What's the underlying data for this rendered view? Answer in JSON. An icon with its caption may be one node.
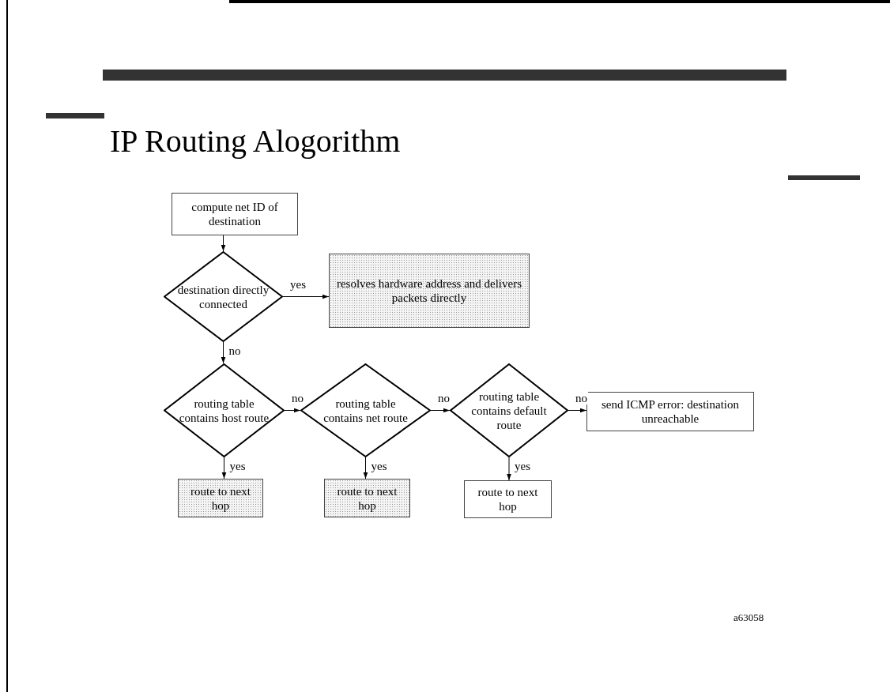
{
  "diagram": {
    "title": "IP Routing Alogorithm",
    "nodes": [
      {
        "text": [
          "compute net ID of destination"
        ]
      },
      {
        "text": [
          "destination directly connected"
        ]
      },
      {
        "text": [
          "resolves hardware address and delivers packets directly"
        ]
      },
      {
        "text": [
          "routing table contains host route"
        ]
      },
      {
        "text": [
          "routing table contains net route"
        ]
      },
      {
        "text": [
          "routing table contains default route"
        ]
      },
      {
        "text": [
          "send ICMP error: destination unreachable"
        ]
      },
      {
        "text": [
          "route to next hop"
        ]
      },
      {
        "text": [
          "route to next hop"
        ]
      },
      {
        "text": [
          "route to next hop"
        ]
      }
    ],
    "edges": [
      {
        "from": 0,
        "to": 1,
        "arrow": "to"
      },
      {
        "from": 1,
        "to": 2,
        "arrow": "to",
        "label": "yes"
      },
      {
        "from": 1,
        "to": 3,
        "arrow": "to",
        "label": "no"
      },
      {
        "from": 3,
        "to": 4,
        "arrow": "to",
        "label": "no"
      },
      {
        "from": 4,
        "to": 5,
        "arrow": "to",
        "label": "no"
      },
      {
        "from": 5,
        "to": 6,
        "arrow": "to",
        "label": "no"
      },
      {
        "from": 3,
        "to": 7,
        "arrow": "to",
        "label": "yes"
      },
      {
        "from": 4,
        "to": 8,
        "arrow": "to",
        "label": "yes"
      },
      {
        "from": 5,
        "to": 9,
        "arrow": "to",
        "label": "yes"
      }
    ],
    "labels": [
      "a63058"
    ]
  }
}
